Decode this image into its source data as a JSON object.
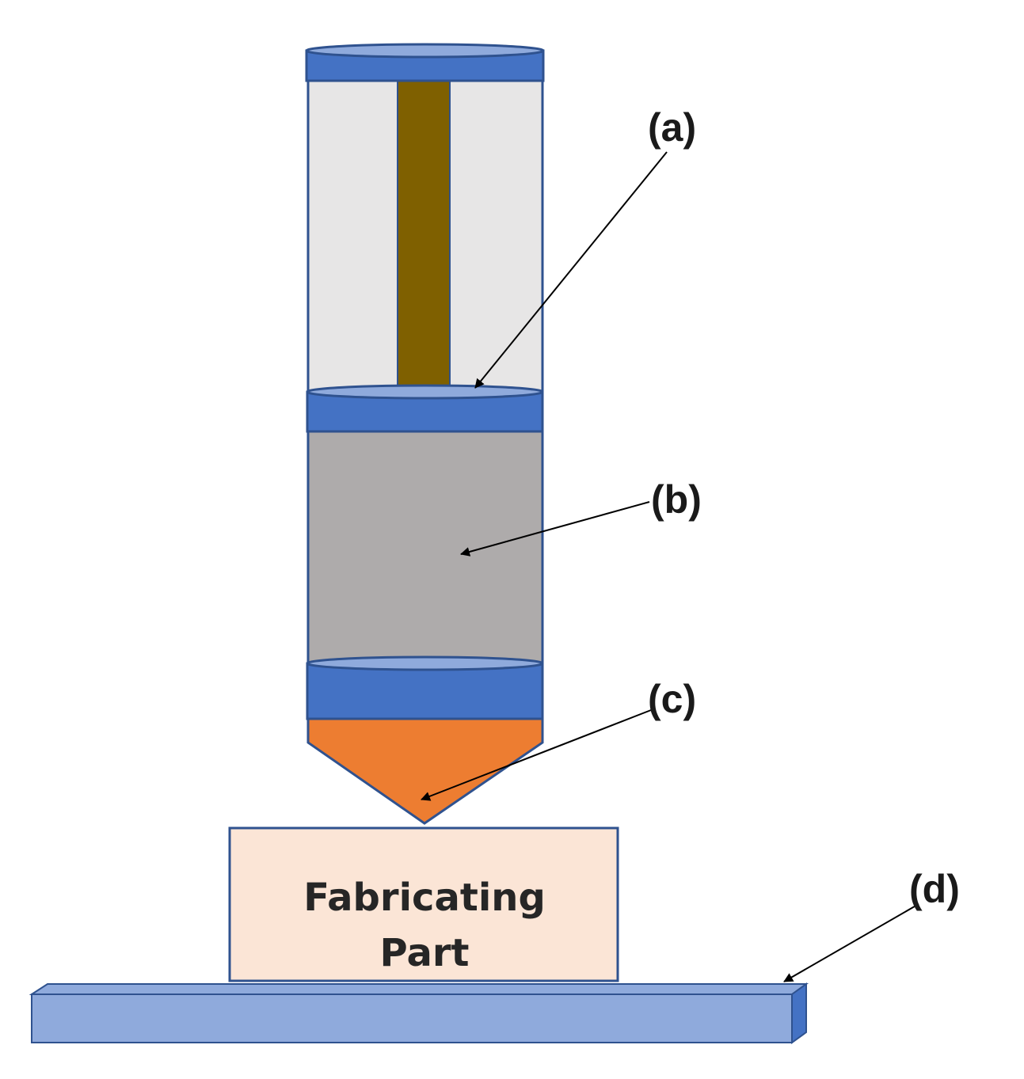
{
  "labels": {
    "a": "(a)",
    "b": "(b)",
    "c": "(c)",
    "d": "(d)"
  },
  "part": {
    "line1": "Fabricating",
    "line2": "Part"
  },
  "colors": {
    "cap_blue": "#4472C4",
    "cap_top_light": "#8FAADC",
    "cap_outline": "#2F528F",
    "cylinder_light": "#E7E6E6",
    "plunger_rod": "#7F6000",
    "material_gray": "#AEABAB",
    "nozzle_orange": "#ED7D31",
    "part_fill": "#FBE5D6",
    "platform_blue": "#8FAADC",
    "arrow": "#000000"
  }
}
